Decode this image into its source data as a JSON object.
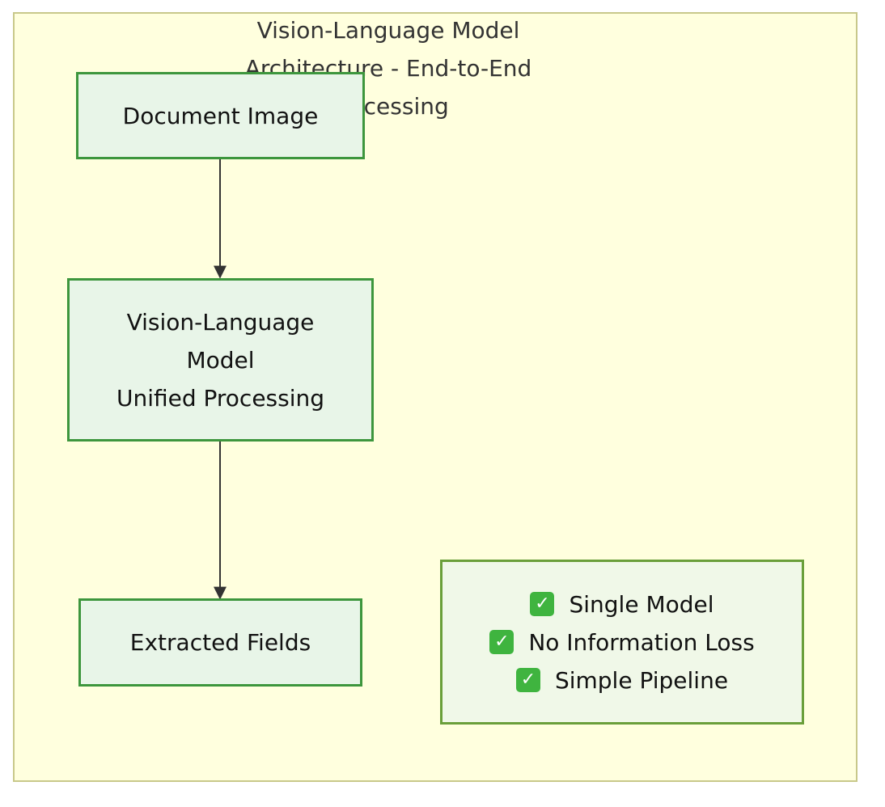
{
  "diagram": {
    "title_lines": [
      "Vision-Language Model",
      "Architecture - End-to-End",
      "Processing"
    ],
    "nodes": {
      "document_image": {
        "lines": [
          "Document Image"
        ]
      },
      "vlm": {
        "lines": [
          "Vision-Language",
          "Model",
          "Unified Processing"
        ]
      },
      "extracted_fields": {
        "lines": [
          "Extracted Fields"
        ]
      },
      "benefits": {
        "items": [
          "Single Model",
          "No Information Loss",
          "Simple Pipeline"
        ],
        "icon": "check-mark-icon"
      }
    },
    "edges": [
      {
        "from": "Document Image",
        "to": "Vision-Language Model"
      },
      {
        "from": "Vision-Language Model",
        "to": "Extracted Fields"
      }
    ],
    "colors": {
      "subgraph_fill": "#ffffde",
      "subgraph_border": "#c8c88a",
      "node_fill": "#e8f5e8",
      "node_border": "#3d963d",
      "benefits_fill": "#f0f8e8",
      "benefits_border": "#6a9f3a",
      "check_icon": "#3fb43f",
      "edge": "#333333"
    }
  }
}
